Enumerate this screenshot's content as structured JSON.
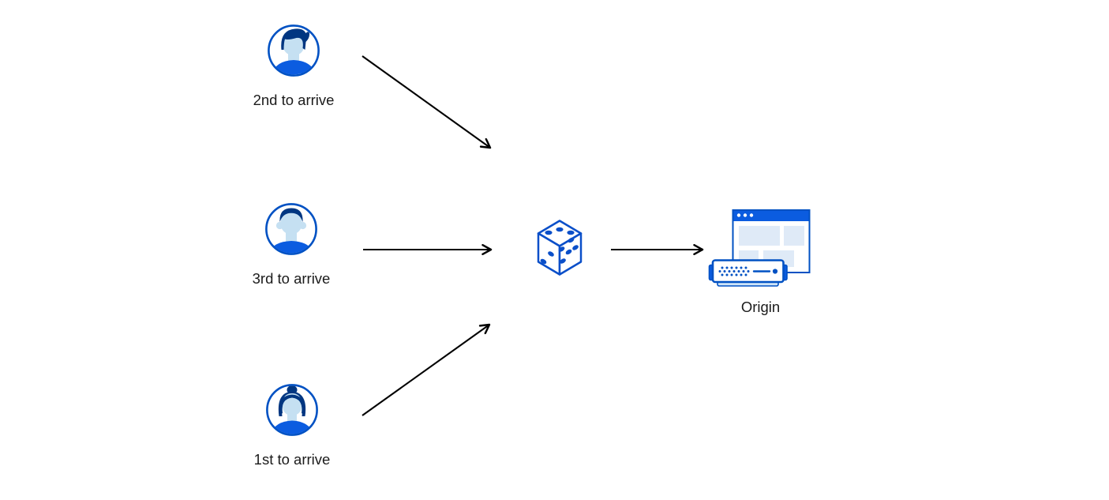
{
  "diagram": {
    "type": "flow-diagram",
    "description": "Three visitors routed through a random (dice) selector to an origin server",
    "background": "#ffffff"
  },
  "colors": {
    "primary_blue": "#0051c3",
    "dark_navy_blue": "#003681",
    "mid_blue": "#0b5ce0",
    "face_light_blue": "#c5e0f2",
    "panel_light_blue": "#dfeaf7",
    "server_base_blue": "#cfe5f8",
    "arrow_black": "#000000",
    "text_color": "#1b1b1b"
  },
  "nodes": {
    "visitor_second": {
      "label": "2nd to arrive",
      "icon": "male-user-avatar-icon"
    },
    "visitor_third": {
      "label": "3rd to arrive",
      "icon": "male-user-short-hair-avatar-icon"
    },
    "visitor_first": {
      "label": "1st to arrive",
      "icon": "female-user-avatar-icon"
    },
    "random_selector": {
      "label": "",
      "icon": "dice-icon"
    },
    "origin": {
      "label": "Origin",
      "icon": "origin-server-browser-icon"
    }
  },
  "edges": [
    {
      "from": "visitor_second",
      "to": "random_selector"
    },
    {
      "from": "visitor_third",
      "to": "random_selector"
    },
    {
      "from": "visitor_first",
      "to": "random_selector"
    },
    {
      "from": "random_selector",
      "to": "origin"
    }
  ]
}
